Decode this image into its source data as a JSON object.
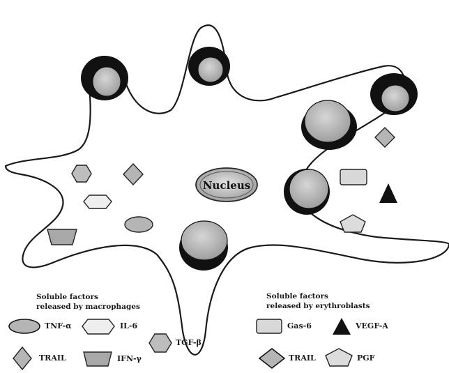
{
  "diagram": {
    "nucleus_label": "Nucleus",
    "colors": {
      "cell_outline": "#1a1a1a",
      "erythroblast_ring": "#111111",
      "erythroblast_body": "#bdbdbd",
      "factor_fill": "#bdbdbd",
      "factor_fill_light": "#eeeeee",
      "vegf_fill": "#111111",
      "nucleus_fill": "#b9b9b9"
    }
  },
  "legend": {
    "macrophage": {
      "header": [
        "Soluble factors",
        "released by macrophages"
      ],
      "items": [
        {
          "label": "TNF-α",
          "icon": "oval-icon"
        },
        {
          "label": "IL-6",
          "icon": "light-octagon-icon"
        },
        {
          "label": "TGF-β",
          "icon": "hexagon-icon"
        },
        {
          "label": "TRAIL",
          "icon": "diamond-icon"
        },
        {
          "label": "IFN-γ",
          "icon": "trapezoid-icon"
        }
      ]
    },
    "erythroblast": {
      "header": [
        "Soluble factors",
        "released by erythroblasts"
      ],
      "items": [
        {
          "label": "Gas-6",
          "icon": "rounded-rectangle-icon"
        },
        {
          "label": "VEGF-A",
          "icon": "triangle-icon"
        },
        {
          "label": "TRAIL",
          "icon": "diamond-icon"
        },
        {
          "label": "PGF",
          "icon": "pentagon-icon"
        }
      ]
    }
  }
}
